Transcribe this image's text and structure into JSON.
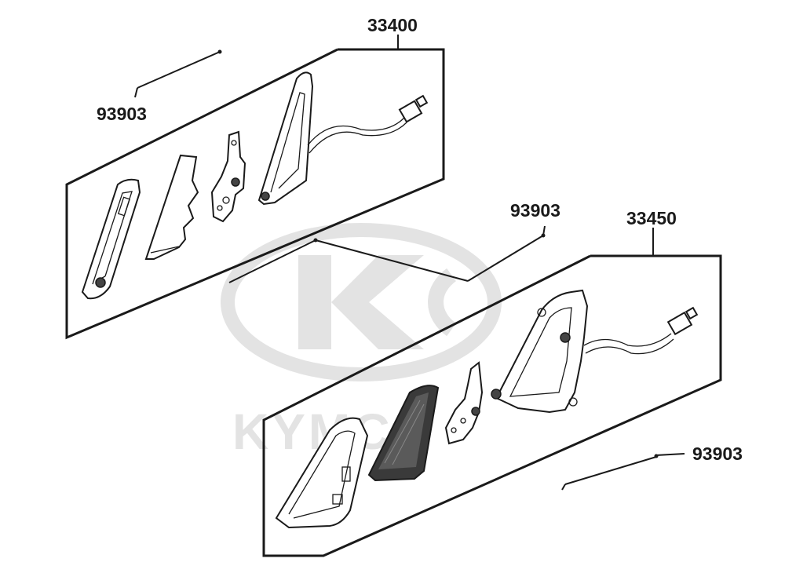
{
  "watermark": {
    "text": "KYMCO",
    "color": "#e3e3e3"
  },
  "labels": {
    "assy_left": "33400",
    "assy_right": "33450",
    "screw_top_left": "93903",
    "screw_middle": "93903",
    "screw_bottom_right": "93903"
  },
  "icons": {
    "watermark_logo": "kymco-logo-icon",
    "left_lens": "lens-icon",
    "right_lens": "lens-icon",
    "left_reflector": "reflector-icon",
    "right_reflector": "reflector-icon",
    "left_bracket": "bracket-icon",
    "right_bracket": "bracket-icon",
    "left_housing": "housing-with-connector-icon",
    "right_housing": "housing-with-connector-icon",
    "screws": "screw-icon"
  }
}
